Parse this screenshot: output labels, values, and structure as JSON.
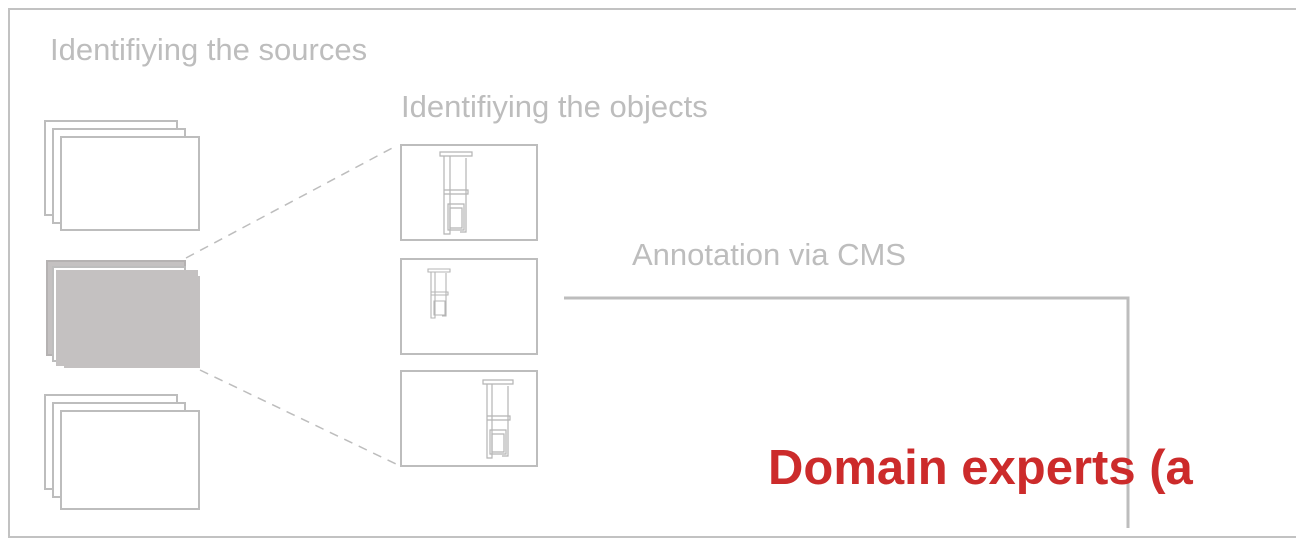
{
  "labels": {
    "sources": "Identifiying the sources",
    "objects": "Identifiying the objects",
    "annotation": "Annotation via CMS",
    "headline": "Domain experts (a"
  },
  "icons": {
    "object_item": "fireplace-drawing-icon"
  },
  "colors": {
    "muted_text": "#bdbdbd",
    "headline": "#cc2b2b",
    "selected_source": "#c4c1c1"
  }
}
